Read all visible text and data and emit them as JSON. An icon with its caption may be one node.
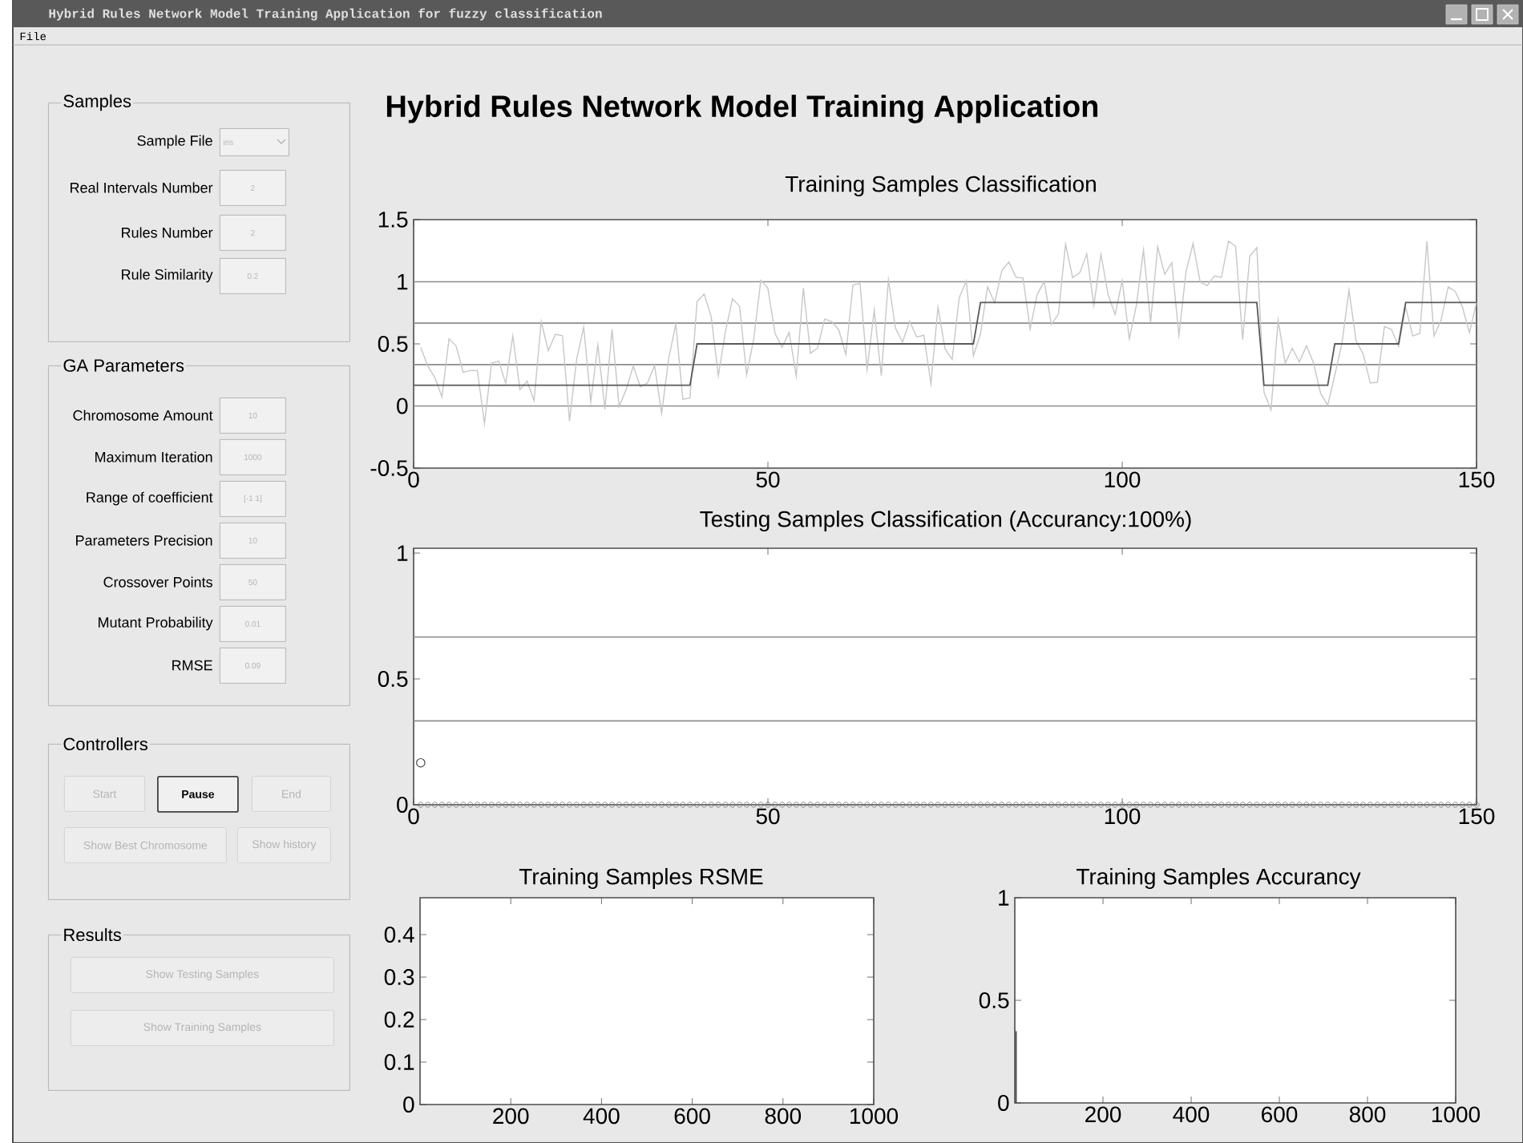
{
  "diagram": {
    "title": "Hybrid Rules Network Model Training Application",
    "nodes": [
      {
        "text": [
          "Samples"
        ]
      },
      {
        "text": [
          "iris"
        ],
        "in": 0,
        "beside": [
          "Sample File"
        ]
      },
      {
        "text": [
          "2"
        ],
        "in": 0,
        "beside": [
          "Real Intervals Number"
        ]
      },
      {
        "text": [
          "2"
        ],
        "in": 0,
        "beside": [
          "Rules Number"
        ]
      },
      {
        "text": [
          "0.2"
        ],
        "in": 0,
        "beside": [
          "Rule Similarity"
        ]
      },
      {
        "text": [
          "GA Parameters"
        ]
      },
      {
        "text": [
          "10"
        ],
        "in": 5,
        "beside": [
          "Chromosome Amount"
        ]
      },
      {
        "text": [
          "1000"
        ],
        "in": 5,
        "beside": [
          "Maximum Iteration"
        ]
      },
      {
        "text": [
          "[-1 1]"
        ],
        "in": 5,
        "beside": [
          "Range of coefficient"
        ]
      },
      {
        "text": [
          "10"
        ],
        "in": 5,
        "beside": [
          "Parameters Precision"
        ]
      },
      {
        "text": [
          "50"
        ],
        "in": 5,
        "beside": [
          "Crossover Points"
        ]
      },
      {
        "text": [
          "0.01"
        ],
        "in": 5,
        "beside": [
          "Mutant Probability"
        ]
      },
      {
        "text": [
          "0.09"
        ],
        "in": 5,
        "beside": [
          "RMSE"
        ]
      },
      {
        "text": [
          "Controllers"
        ]
      },
      {
        "text": [
          "Start"
        ],
        "in": 13
      },
      {
        "text": [
          "Pause"
        ],
        "in": 13
      },
      {
        "text": [
          "End"
        ],
        "in": 13
      },
      {
        "text": [
          "Show Best Chromosome"
        ],
        "in": 13
      },
      {
        "text": [
          "Show history"
        ],
        "in": 13
      },
      {
        "text": [
          "Results"
        ]
      },
      {
        "text": [
          "Show Testing Samples"
        ],
        "in": 19
      },
      {
        "text": [
          "Show Training Samples"
        ],
        "in": 19
      }
    ],
    "labels": [
      "Hybrid Rules Network Model Training Application for fuzzy classification",
      "File",
      "Training Samples Classification",
      "1.5",
      "1",
      "0.5",
      "0",
      "-0.5",
      "0",
      "50",
      "100",
      "150",
      "Testing Samples Classification (Accurancy:100%)",
      "1",
      "0.5",
      "0",
      "0",
      "50",
      "100",
      "150",
      "Training Samples RSME",
      "0.4",
      "0.3",
      "0.2",
      "0.1",
      "0",
      "200",
      "400",
      "600",
      "800",
      "1000",
      "Training Samples Accurancy",
      "1",
      "0.5",
      "0",
      "200",
      "400",
      "600",
      "800",
      "1000"
    ]
  }
}
